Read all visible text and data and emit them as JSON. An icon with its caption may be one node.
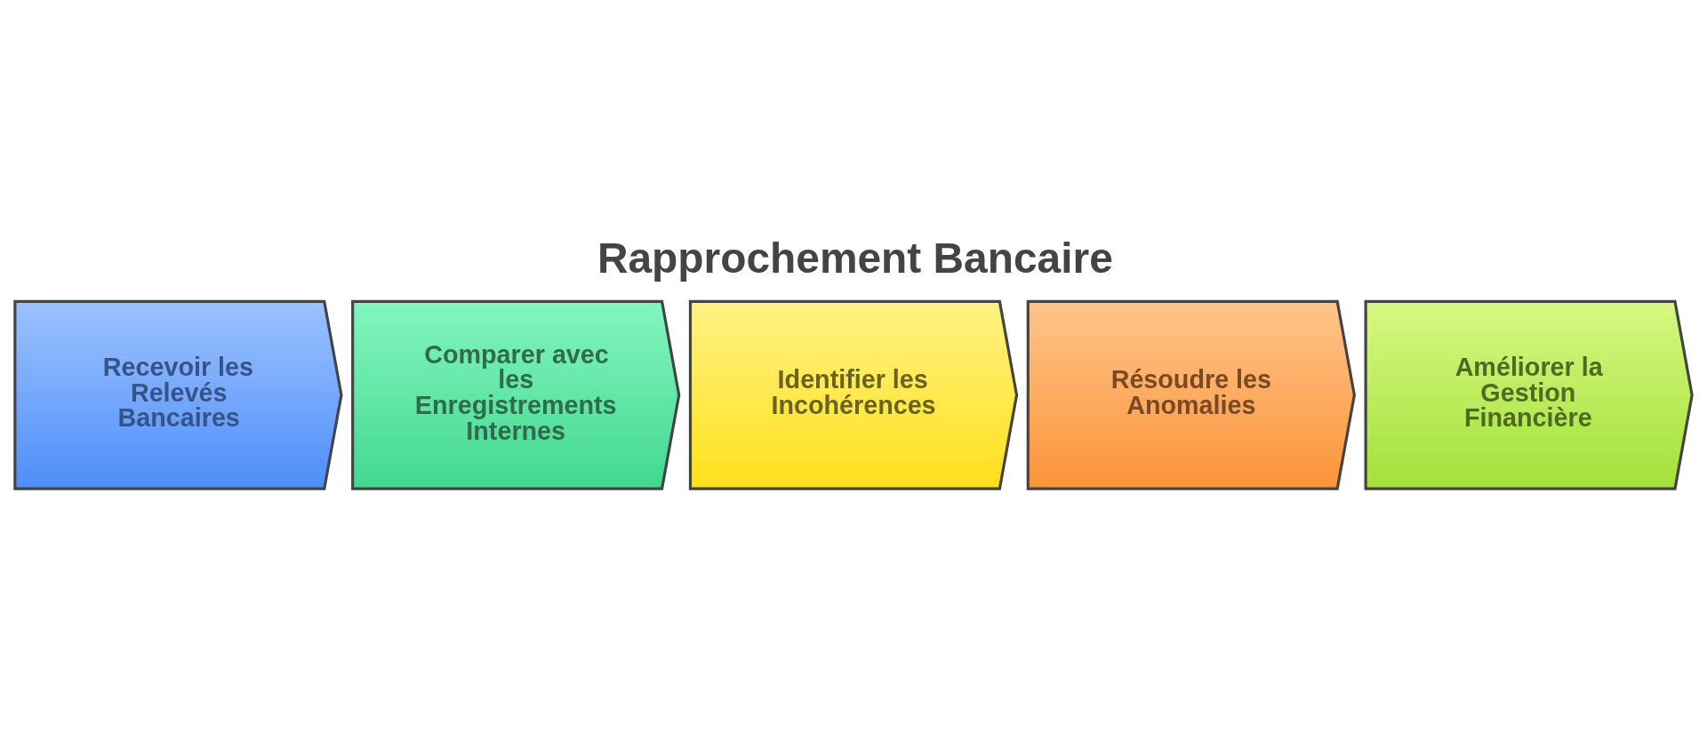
{
  "diagram": {
    "title": "Rapprochement Bancaire",
    "nodes": [
      {
        "text": [
          "Recevoir les Relevés Bancaires"
        ]
      },
      {
        "text": [
          "Comparer avec les Enregistrements Internes"
        ]
      },
      {
        "text": [
          "Identifier les Incohérences"
        ]
      },
      {
        "text": [
          "Résoudre les Anomalies"
        ]
      },
      {
        "text": [
          "Améliorer la Gestion Financière"
        ]
      }
    ],
    "edges": []
  }
}
